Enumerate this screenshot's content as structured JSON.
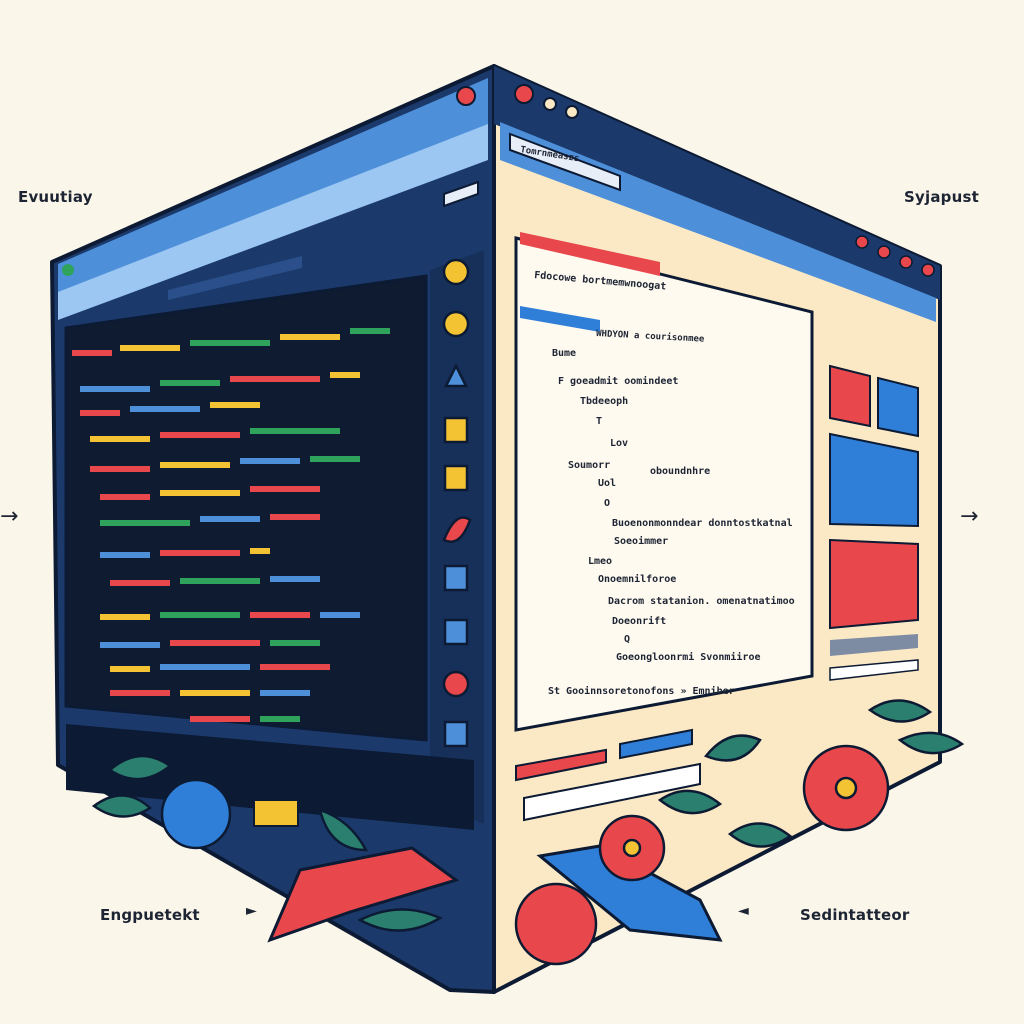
{
  "labels": {
    "top_left": "Evuutiay",
    "top_right": "Syjapust",
    "bottom_left": "Engpuetekt",
    "bottom_right": "Sedintatteor"
  },
  "arrows": {
    "left": "→",
    "right": "→",
    "bottom_left": "►",
    "bottom_right": "◄"
  },
  "preview": {
    "address": "Tomrnmeaszs",
    "heading": "Fdocowe bortmemwnoogat",
    "subheading": "WHDYON a courisonmee",
    "tree": [
      "Bume",
      "F goeadmit oomindeet",
      "Tbdeeoph",
      "T",
      "Lov",
      "Soumorr",
      "oboundnhre",
      "Uol",
      "O",
      "Buoenonmonndear donntostkatnal",
      "Soeoimmer",
      "Lmeo",
      "Onoemnilforoe",
      "Dacrom statanion. omenatnatimoo",
      "Doeonrift",
      "Q",
      "Goeongloonrmi Svonmiiroe",
      "St Gooinnsoretonofons » Emniber"
    ]
  },
  "colors": {
    "background": "#fbf6ea",
    "frame": "#1b3a6b",
    "editor": "#0f1b30",
    "titlebar": "#4d8fd9",
    "accent_red": "#e8474b",
    "accent_blue": "#2f7fd8",
    "accent_yellow": "#f3c334",
    "accent_green": "#2fa35c",
    "panel": "#fbe9c6"
  },
  "icons": [
    "leaf-icon",
    "smiley-icon",
    "home-icon",
    "layout-icon",
    "pillar-icon",
    "swoosh-icon",
    "image-icon",
    "link-icon",
    "circle-icon",
    "grid-icon",
    "eye-icon"
  ]
}
